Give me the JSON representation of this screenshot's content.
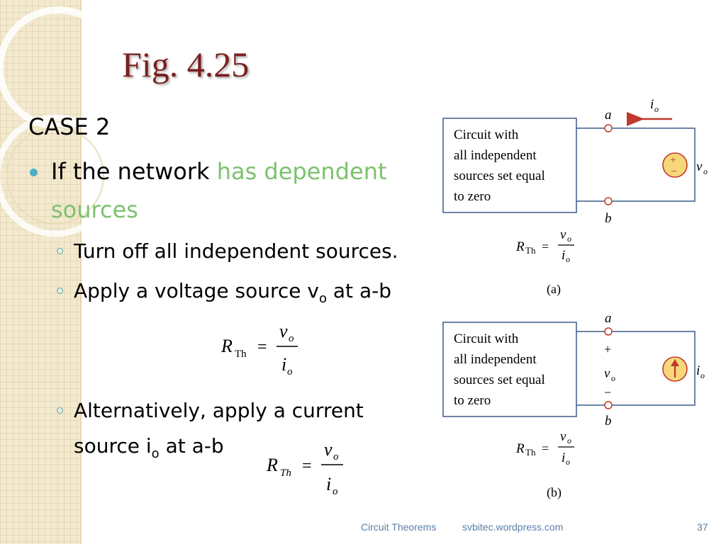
{
  "title": "Fig. 4.25",
  "case_label": "CASE 2",
  "bullet": {
    "prefix": "If the network ",
    "highlight_1": "has dependent",
    "highlight_2": "sources"
  },
  "sub_items": [
    {
      "text": "Turn off all independent sources."
    },
    {
      "text_before": "Apply a voltage source v",
      "subscript": "o",
      "text_after": " at  a-b"
    },
    {
      "line1": "Alternatively, apply a current",
      "line2_before": "source i",
      "subscript": "o",
      "line2_after": " at a-b"
    }
  ],
  "equation_1": {
    "lhs": "R",
    "lhs_sub": "Th",
    "eq": "=",
    "num": "v",
    "num_sub": "o",
    "den": "i",
    "den_sub": "o"
  },
  "equation_2": {
    "lhs": "R",
    "lhs_sub": "Th",
    "eq": "=",
    "num": "v",
    "num_sub": "o",
    "den": "i",
    "den_sub": "o"
  },
  "figure_a": {
    "box_lines": [
      "Circuit with",
      "all independent",
      "sources set equal",
      "to zero"
    ],
    "node_a": "a",
    "node_b": "b",
    "current_label": "i",
    "current_sub": "o",
    "source_plus": "+",
    "source_minus": "−",
    "source_label": "v",
    "source_sub": "o",
    "formula_lhs": "R",
    "formula_sub": "Th",
    "formula_eq": "=",
    "formula_num": "v",
    "formula_num_sub": "o",
    "formula_den": "i",
    "formula_den_sub": "o",
    "caption": "(a)"
  },
  "figure_b": {
    "box_lines": [
      "Circuit with",
      "all independent",
      "sources set equal",
      "to zero"
    ],
    "node_a": "a",
    "node_b": "b",
    "plus": "+",
    "minus": "−",
    "voltage_label": "v",
    "voltage_sub": "o",
    "source_label": "i",
    "source_sub": "o",
    "formula_lhs": "R",
    "formula_sub": "Th",
    "formula_eq": "=",
    "formula_num": "v",
    "formula_num_sub": "o",
    "formula_den": "i",
    "formula_den_sub": "o",
    "caption": "(b)"
  },
  "footer": {
    "left": "Circuit Theorems",
    "center": "svbitec.wordpress.com",
    "page": "37"
  },
  "colors": {
    "title": "#7a1f1f",
    "highlight": "#7cc26e",
    "bullet": "#4bb0c4",
    "figure_line": "#3d5c8c",
    "source_fill": "#f6d77a",
    "arrow": "#c0392b",
    "footer": "#5a7fa8"
  }
}
